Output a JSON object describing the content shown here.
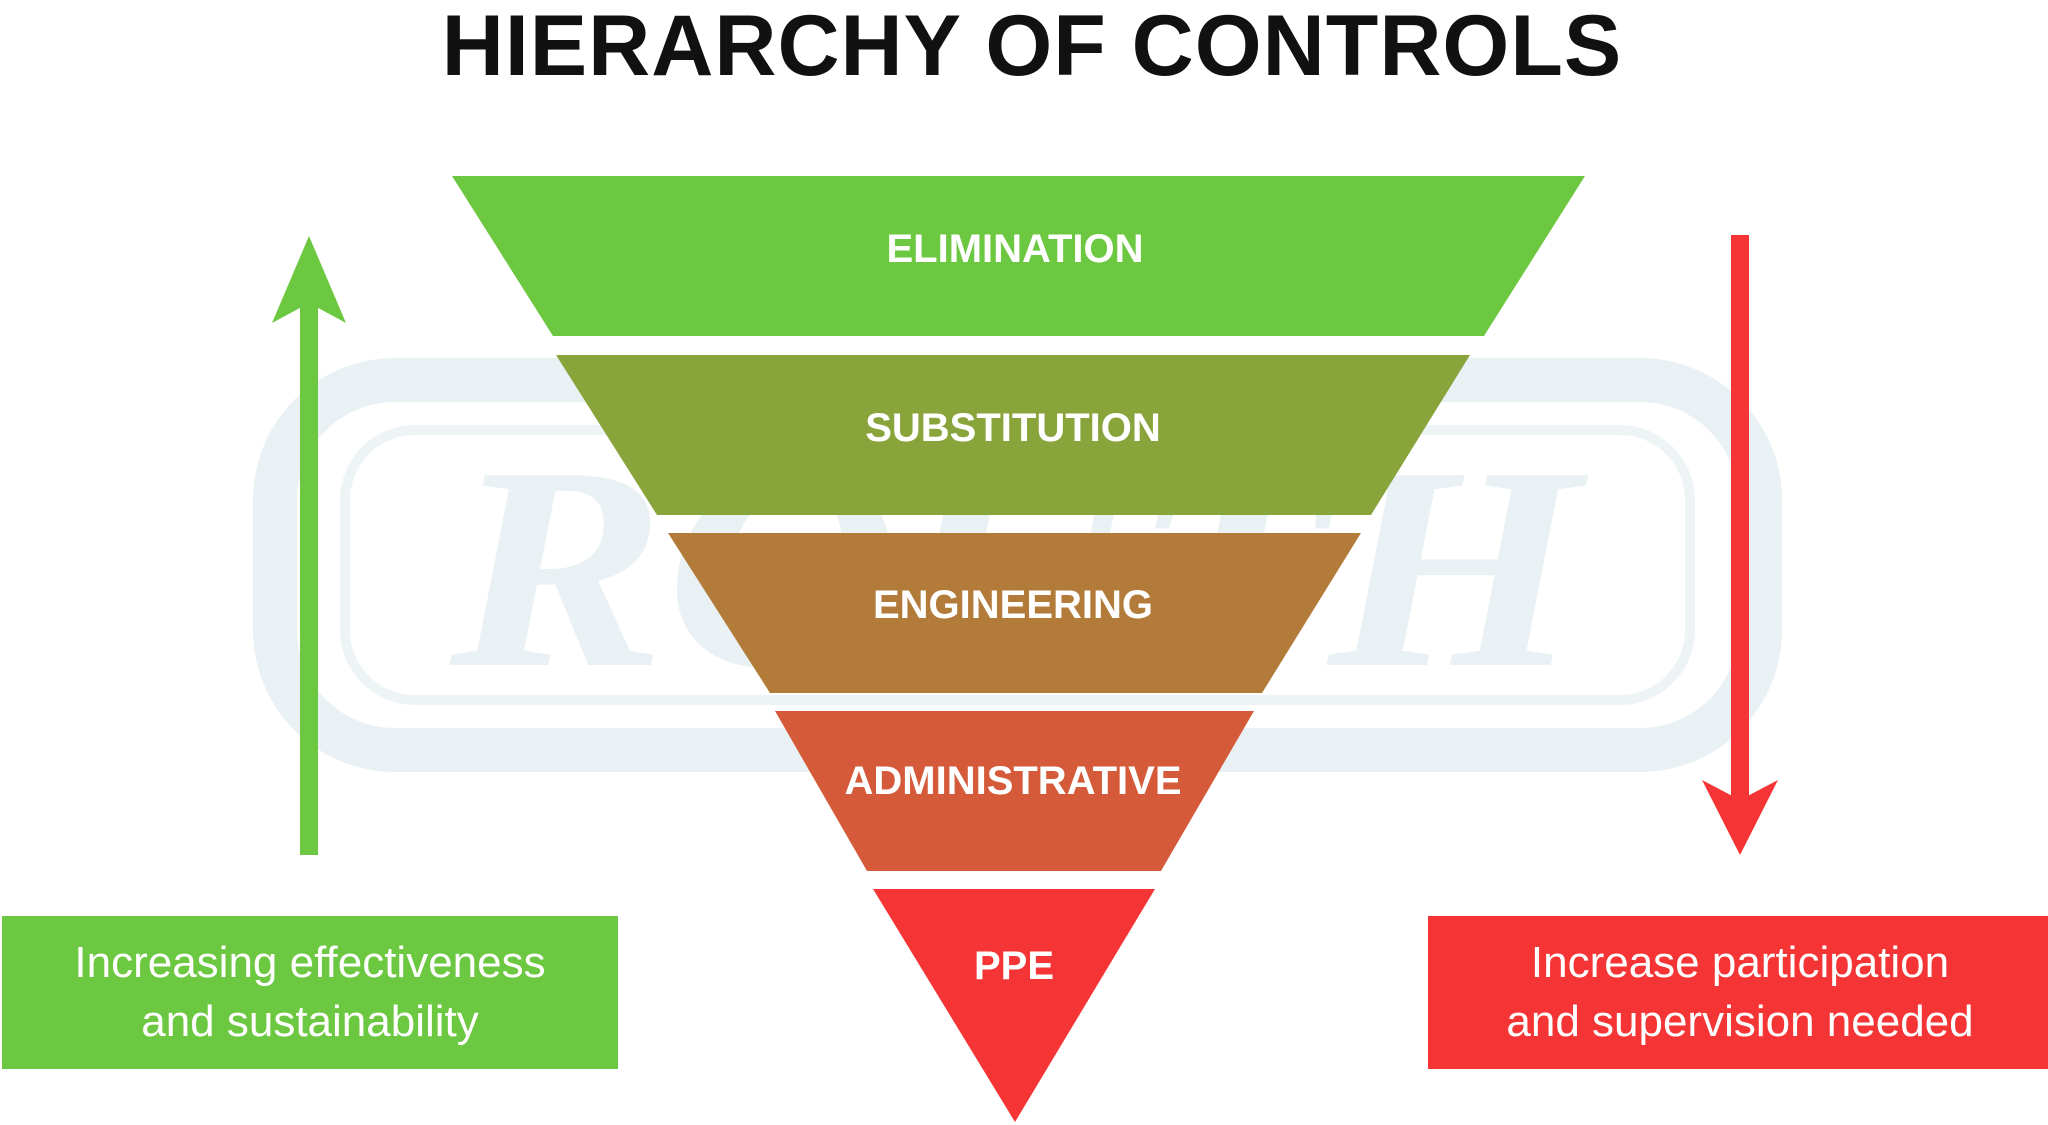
{
  "title": "HIERARCHY OF CONTROLS",
  "layers": [
    {
      "label": "ELIMINATION",
      "color": "#6cc741"
    },
    {
      "label": "SUBSTITUTION",
      "color": "#8aa43c"
    },
    {
      "label": "ENGINEERING",
      "color": "#b37b3a"
    },
    {
      "label": "ADMINISTRATIVE",
      "color": "#d45a39"
    },
    {
      "label": "PPE",
      "color": "#f53535"
    }
  ],
  "left": {
    "arrow_color": "#6cc741",
    "box_color": "#6cc741",
    "line1": "Increasing effectiveness",
    "line2": "and sustainability"
  },
  "right": {
    "arrow_color": "#f53535",
    "box_color": "#f53535",
    "line1": "Increase participation",
    "line2": "and supervision needed"
  },
  "watermark": {
    "text": "ROUTH",
    "mark": "®",
    "color": "#e9f1f4"
  }
}
